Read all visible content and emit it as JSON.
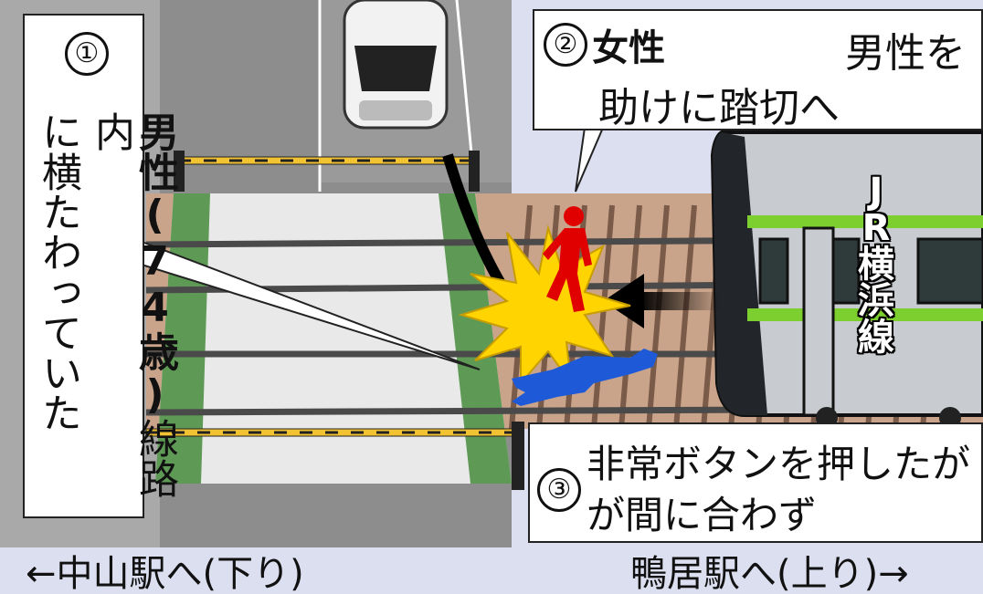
{
  "callout1": {
    "number": "①",
    "subject": "男性",
    "age_open": "(",
    "age": "74",
    "age_unit": "歳",
    "age_close": ")",
    "rest": "線路内",
    "line2": "に横たわっていた"
  },
  "callout2": {
    "number": "②",
    "subject": "女性",
    "line1_tail": "男性を",
    "line2": "助けに踏切へ"
  },
  "callout3": {
    "number": "③",
    "line1": "非常ボタンを押したが",
    "line2": "が間に合わず"
  },
  "train_label": [
    "J",
    "R",
    "横",
    "浜",
    "線"
  ],
  "captions": {
    "left": "←中山駅へ(下り)",
    "right": "鴨居駅へ(上り)→"
  },
  "colors": {
    "victim_man": "#1e5ad8",
    "woman": "#e00000",
    "impact": "#ffd400",
    "train_stripe": "#7ccf2e",
    "track_bed": "#c9a48a",
    "crossing_green": "#5e9a55"
  }
}
